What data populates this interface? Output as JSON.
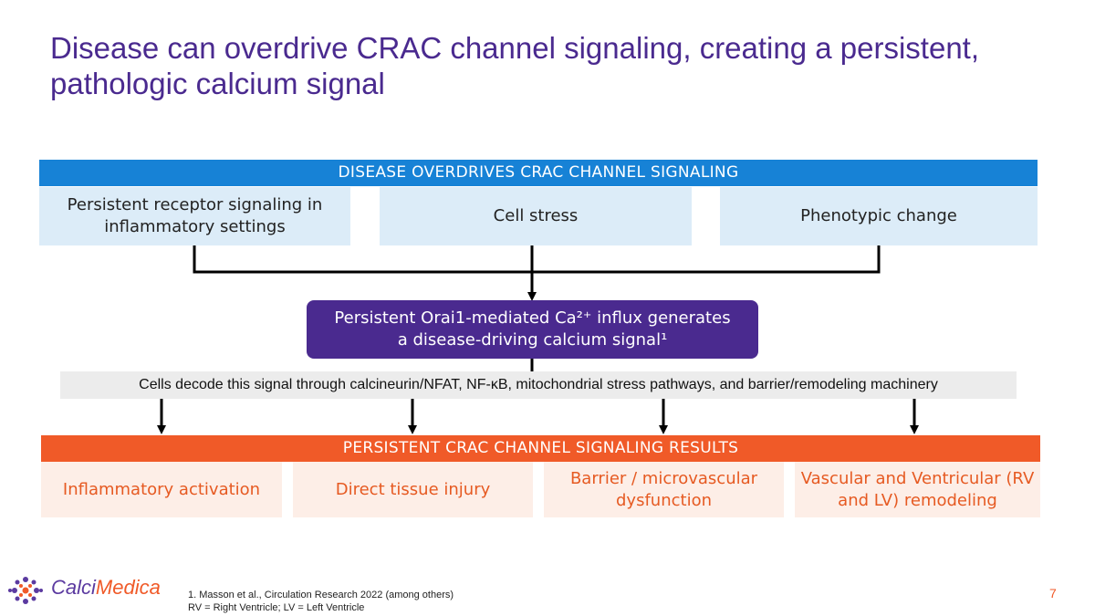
{
  "slide": {
    "title": "Disease can overdrive CRAC channel signaling, creating a persistent, pathologic calcium signal",
    "page_number": "7"
  },
  "top_section": {
    "banner": "DISEASE OVERDRIVES CRAC CHANNEL SIGNALING",
    "causes": [
      {
        "label": "Persistent receptor signaling in inflammatory settings"
      },
      {
        "label": "Cell stress"
      },
      {
        "label": "Phenotypic change"
      }
    ]
  },
  "central": {
    "line1": "Persistent Orai1-mediated Ca²⁺ influx generates",
    "line2": "a disease-driving calcium signal¹"
  },
  "decode_text": "Cells decode this signal through calcineurin/NFAT, NF-κB, mitochondrial stress pathways, and barrier/remodeling machinery",
  "bottom_section": {
    "banner": "PERSISTENT CRAC CHANNEL SIGNALING RESULTS",
    "results": [
      {
        "label": "Inflammatory activation"
      },
      {
        "label": "Direct tissue injury"
      },
      {
        "label": "Barrier / microvascular dysfunction"
      },
      {
        "label": "Vascular and Ventricular (RV and LV) remodeling"
      }
    ]
  },
  "footer": {
    "logo_text_part1": "Calci",
    "logo_text_part2": "Medica",
    "footnote1": "1. Masson et al., Circulation Research 2022 (among others)",
    "footnote2": "RV = Right Ventricle; LV = Left Ventricle"
  },
  "colors": {
    "title": "#4a2a8f",
    "blue_banner": "#1782d6",
    "orange_banner": "#f05a28",
    "purple_box": "#4a2a8f"
  }
}
